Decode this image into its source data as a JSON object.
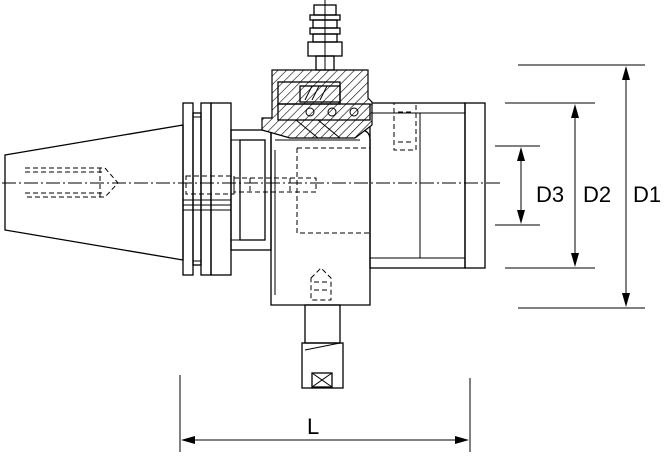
{
  "dimensions": {
    "d1": "D1",
    "d2": "D2",
    "d3": "D3",
    "length": "L"
  },
  "colors": {
    "line": "#000000",
    "background": "#ffffff"
  }
}
